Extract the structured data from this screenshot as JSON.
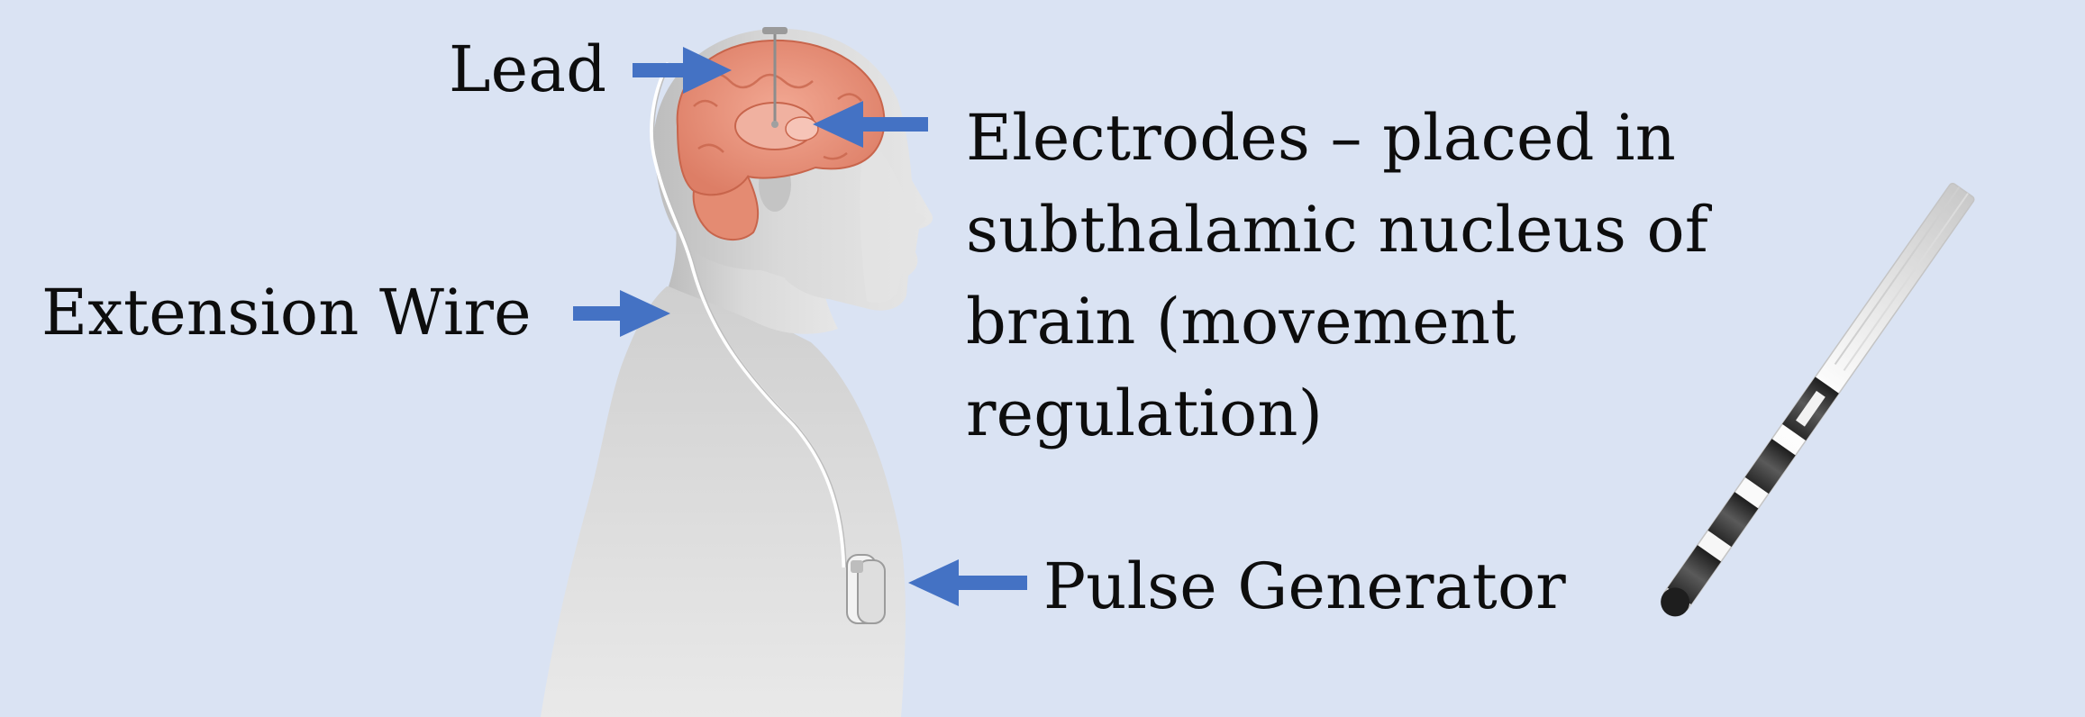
{
  "labels": {
    "lead": "Lead",
    "extension_wire": "Extension Wire",
    "pulse_generator": "Pulse Generator",
    "electrodes": [
      "Electrodes – placed in",
      "subthalamic nucleus of",
      "brain (movement",
      "regulation)"
    ]
  },
  "colors": {
    "background": "#dae3f3",
    "arrow": "#4472c4",
    "brain": "#e9937c",
    "body": "#d4d4d4",
    "text": "#0d0d0d"
  }
}
